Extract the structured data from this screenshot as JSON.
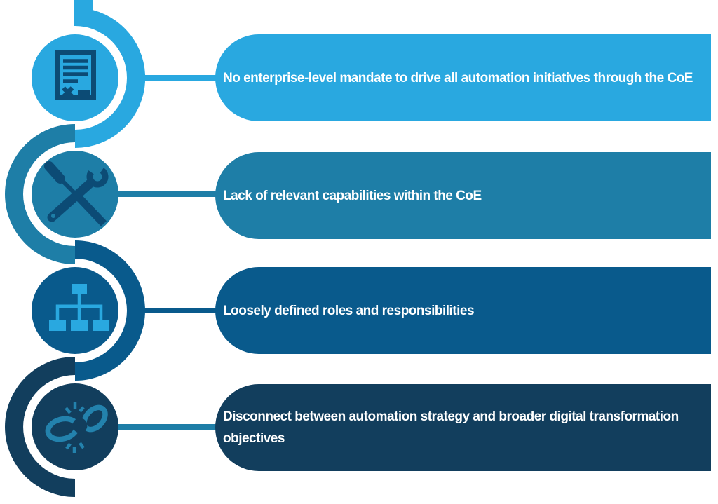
{
  "palette": {
    "background": "#FFFFFF",
    "text_on_bars": "#FFFFFF",
    "light_blue": "#29A8E0",
    "mid_blue": "#1E7EA7",
    "deep_blue": "#095A8C",
    "navy": "#123E5D",
    "icon_navy": "#0C4B75",
    "icon_mid_blue": "#2382AD"
  },
  "items": [
    {
      "label": "No enterprise-level mandate to drive all automation initiatives through the CoE",
      "icon": "document-x-icon",
      "color": "#29A8E0",
      "line_color": "#29A8E0",
      "icon_color": "#0C4B75"
    },
    {
      "label": "Lack of relevant capabilities within the CoE",
      "icon": "tools-icon",
      "color": "#1E7EA7",
      "line_color": "#1E7EA7",
      "icon_color": "#0C4B75"
    },
    {
      "label": "Loosely defined roles and responsibilities",
      "icon": "org-chart-icon",
      "color": "#095A8C",
      "line_color": "#095A8C",
      "icon_color": "#29A8E0"
    },
    {
      "label": "Disconnect between automation strategy and broader digital transformation objectives",
      "icon": "broken-link-icon",
      "color": "#123E5D",
      "line_color": "#1E7EA7",
      "icon_color": "#2382AD"
    }
  ]
}
